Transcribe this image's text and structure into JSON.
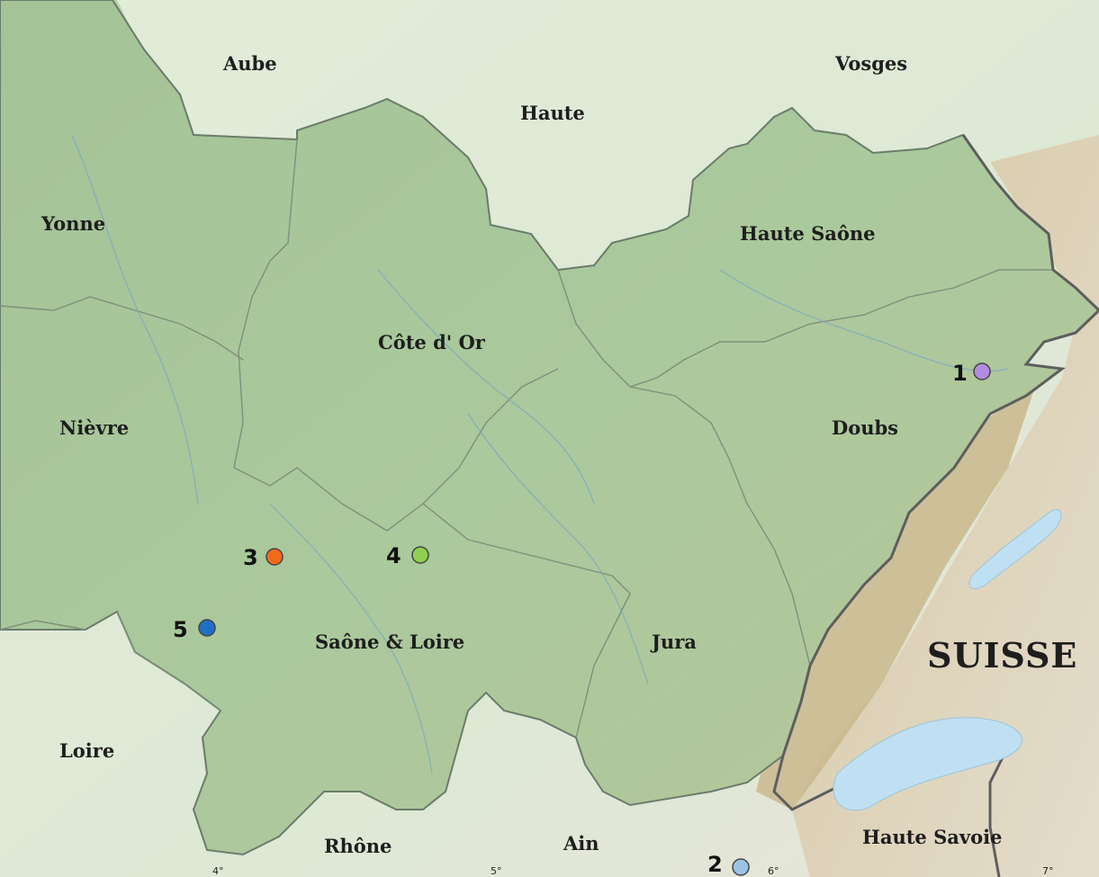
{
  "map": {
    "departments": {
      "aube": "Aube",
      "vosges": "Vosges",
      "haute": "Haute",
      "yonne": "Yonne",
      "haute_saone": "Haute Saône",
      "cote_dor": "Côte d' Or",
      "nievre": "Nièvre",
      "doubs": "Doubs",
      "saone_loire": "Saône & Loire",
      "jura": "Jura",
      "loire": "Loire",
      "rhone": "Rhône",
      "ain": "Ain",
      "haute_savoie": "Haute Savoie"
    },
    "country": "SUISSE",
    "markers": [
      {
        "label": "1",
        "color": "#b58be0"
      },
      {
        "label": "2",
        "color": "#9cc3e6"
      },
      {
        "label": "3",
        "color": "#f06a1c"
      },
      {
        "label": "4",
        "color": "#8fd14f"
      },
      {
        "label": "5",
        "color": "#1f6fc6"
      }
    ],
    "longitude_ticks": [
      "4°",
      "5°",
      "6°",
      "7°"
    ],
    "colors": {
      "region_fill": "#a7c79a",
      "outside_fill": "#d9e7d2",
      "mountain_fill": "#cdb98f",
      "lake_fill": "#bfe0f2",
      "border": "#6b7c6a",
      "national_border": "#5e5e5e"
    }
  }
}
